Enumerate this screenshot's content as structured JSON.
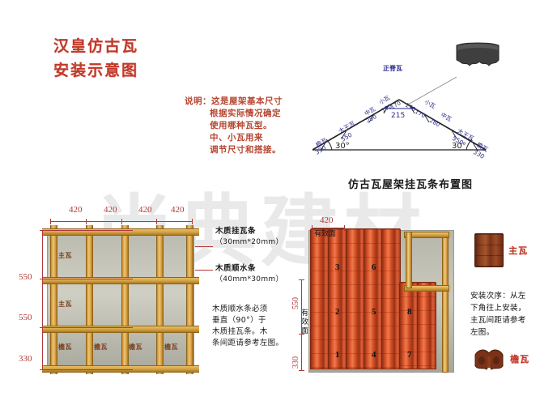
{
  "title": {
    "line1": "汉皇仿古瓦",
    "line2": "安装示意图"
  },
  "watermark": "尚典建材",
  "note": {
    "line1": "说明：这是屋架基本尺寸",
    "line2": "根据实际情况确定",
    "line3": "使用哪种瓦型。",
    "line4": "中、小瓦用来",
    "line5": "调节尺寸和搭接。"
  },
  "roof_diagram": {
    "ridge_label": "正脊瓦",
    "center_dim": "215",
    "angle_left": "30°",
    "angle_right": "30°",
    "left_slope": [
      {
        "label": "檐瓦",
        "value": "330"
      },
      {
        "label": "大王瓦",
        "value": "550"
      },
      {
        "label": "中瓦",
        "value": "280"
      },
      {
        "label": "小瓦",
        "value": "170"
      },
      {
        "label": "",
        "value": "170"
      }
    ],
    "right_slope": [
      {
        "label": "小瓦",
        "value": "170"
      },
      {
        "label": "",
        "value": "170"
      },
      {
        "label": "中瓦",
        "value": "280"
      },
      {
        "label": "大王瓦",
        "value": "550"
      },
      {
        "label": "檐瓦",
        "value": "330"
      }
    ]
  },
  "section_heading": "仿古瓦屋架挂瓦条布置图",
  "left_diagram": {
    "top_dims": [
      "420",
      "420",
      "420",
      "420"
    ],
    "side_dims": [
      "550",
      "550",
      "330"
    ],
    "cells": {
      "main_tile": "主瓦",
      "eave_tile": "檐瓦"
    },
    "grid_labels_row1": [
      "主瓦",
      "",
      "",
      ""
    ],
    "grid_labels_row2": [
      "主瓦",
      "",
      "",
      ""
    ],
    "grid_labels_row3": [
      "檐瓦",
      "檐瓦",
      "檐瓦",
      "檐瓦"
    ]
  },
  "callouts": {
    "batten": {
      "name": "木质挂瓦条",
      "spec": "（30mm*20mm）"
    },
    "counter_batten": {
      "name": "木质顺水条",
      "spec": "（40mm*30mm）"
    },
    "note2": [
      "木质顺水条必须",
      "垂直（90°）于",
      "木质挂瓦条。木",
      "条间距请参考左图。"
    ]
  },
  "right_diagram": {
    "top_dim": "420",
    "top_dim_label": "有效面",
    "side_dim1": "550",
    "side_dim1_label": "有效面",
    "side_dim2": "330",
    "tile_numbers": [
      "1",
      "2",
      "3",
      "4",
      "5",
      "6",
      "7",
      "8"
    ]
  },
  "legend": {
    "main_tile": "主瓦",
    "eave_tile": "檐瓦",
    "instruction": [
      "安装次序：从左",
      "下角往上安装，",
      "主瓦间距请参考",
      "左图。"
    ]
  },
  "colors": {
    "title_red": "#c0392b",
    "dim_red": "#b03a3a",
    "batten_gold": "#d8a044",
    "tile_orange": "#cf4a22",
    "note_red": "#b5452f"
  }
}
